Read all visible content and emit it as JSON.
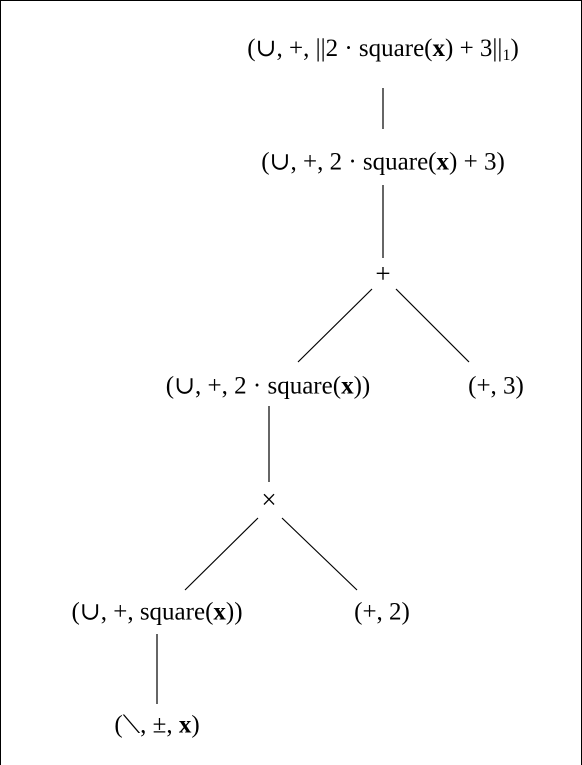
{
  "tree": {
    "nodes": [
      {
        "id": "root",
        "label": "(∪, +, ||2 · square(x) + 3||₁)",
        "parts": [
          "(∪, +, ||2 · square(",
          "x",
          ") + 3||",
          "1",
          ")"
        ]
      },
      {
        "id": "n1",
        "label": "(∪, +, 2 · square(x) + 3)",
        "parts": [
          "(∪, +, 2 · square(",
          "x",
          ") + 3)"
        ]
      },
      {
        "id": "plus",
        "label": "+",
        "parts": [
          "+"
        ]
      },
      {
        "id": "n3",
        "label": "(∪, +, 2 · square(x))",
        "parts": [
          "(∪, +, 2 · square(",
          "x",
          "))"
        ]
      },
      {
        "id": "n4",
        "label": "(+, 3)",
        "parts": [
          "(+, 3)"
        ]
      },
      {
        "id": "times",
        "label": "×",
        "parts": [
          "×"
        ]
      },
      {
        "id": "n6",
        "label": "(∪, +, square(x))",
        "parts": [
          "(∪, +, square(",
          "x",
          "))"
        ]
      },
      {
        "id": "n7",
        "label": "(+, 2)",
        "parts": [
          "(+, 2)"
        ]
      },
      {
        "id": "leaf",
        "label": "(⟍, ±, x)",
        "parts": [
          "(⟍, ±, ",
          "x",
          ")"
        ]
      }
    ],
    "edges": [
      [
        "root",
        "n1"
      ],
      [
        "n1",
        "plus"
      ],
      [
        "plus",
        "n3"
      ],
      [
        "plus",
        "n4"
      ],
      [
        "n3",
        "times"
      ],
      [
        "times",
        "n6"
      ],
      [
        "times",
        "n7"
      ],
      [
        "n6",
        "leaf"
      ]
    ]
  }
}
